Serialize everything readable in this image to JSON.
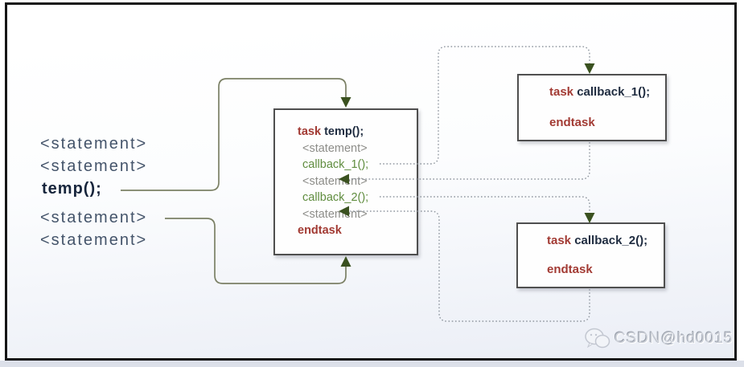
{
  "left_code": {
    "line1": "<statement>",
    "line2": "<statement>",
    "line3": "temp();",
    "line4": "<statement>",
    "line5": "<statement>"
  },
  "temp_box": {
    "kw_task": "task",
    "name": "temp();",
    "stmt1": "<statement>",
    "cb1": "callback_1();",
    "stmt2": "<statement>",
    "cb2": "callback_2();",
    "stmt3": "<statement>",
    "kw_endtask": "endtask"
  },
  "callback1_box": {
    "kw_task": "task",
    "name": "callback_1();",
    "kw_endtask": "endtask"
  },
  "callback2_box": {
    "kw_task": "task",
    "name": "callback_2();",
    "kw_endtask": "endtask"
  },
  "watermark": {
    "brand": "CSDN ",
    "handle": "@hd0015",
    "icon": "chat-bubbles-icon"
  },
  "colors": {
    "keyword_red": "#a23a33",
    "identifier_navy": "#1f2c40",
    "statement_gray": "#8d8d89",
    "callback_green": "#5f8c3e",
    "left_text_slate": "#44546a",
    "solid_connector": "#7b8065",
    "dotted_connector": "#9097a0",
    "arrowhead_green": "#3a511f",
    "box_border": "#4f4f4f",
    "frame_border": "#161616"
  }
}
